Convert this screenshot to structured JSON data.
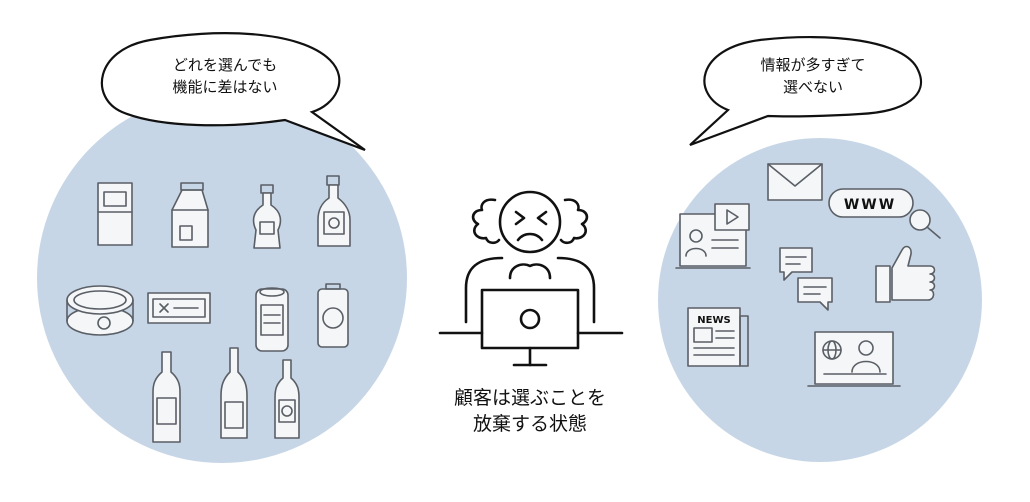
{
  "colors": {
    "circle_fill": "#c7d6e6",
    "icon_stroke": "#5a5f66",
    "person_stroke": "#111111",
    "bubble_fill": "#ffffff"
  },
  "left_bubble": {
    "line1": "どれを選んでも",
    "line2": "機能に差はない"
  },
  "right_bubble": {
    "line1": "情報が多すぎて",
    "line2": "選べない"
  },
  "caption": {
    "line1": "顧客は選ぶことを",
    "line2": "放棄する状態"
  },
  "icons": {
    "left_group": [
      "milk-carton-icon",
      "juice-carton-icon",
      "dressing-bottle-icon",
      "sauce-bottle-icon",
      "canned-tuna-icon",
      "product-label-icon",
      "drink-can-icon",
      "soda-can-icon",
      "wine-bottle-icon",
      "sake-bottle-icon",
      "beer-bottle-icon"
    ],
    "right_group": [
      "envelope-icon",
      "www-search-icon",
      "video-webpage-icon",
      "chat-bubbles-icon",
      "thumbs-up-icon",
      "newspaper-icon",
      "news-broadcast-icon"
    ]
  },
  "icon_text": {
    "www": "WWW",
    "news": "NEWS"
  }
}
